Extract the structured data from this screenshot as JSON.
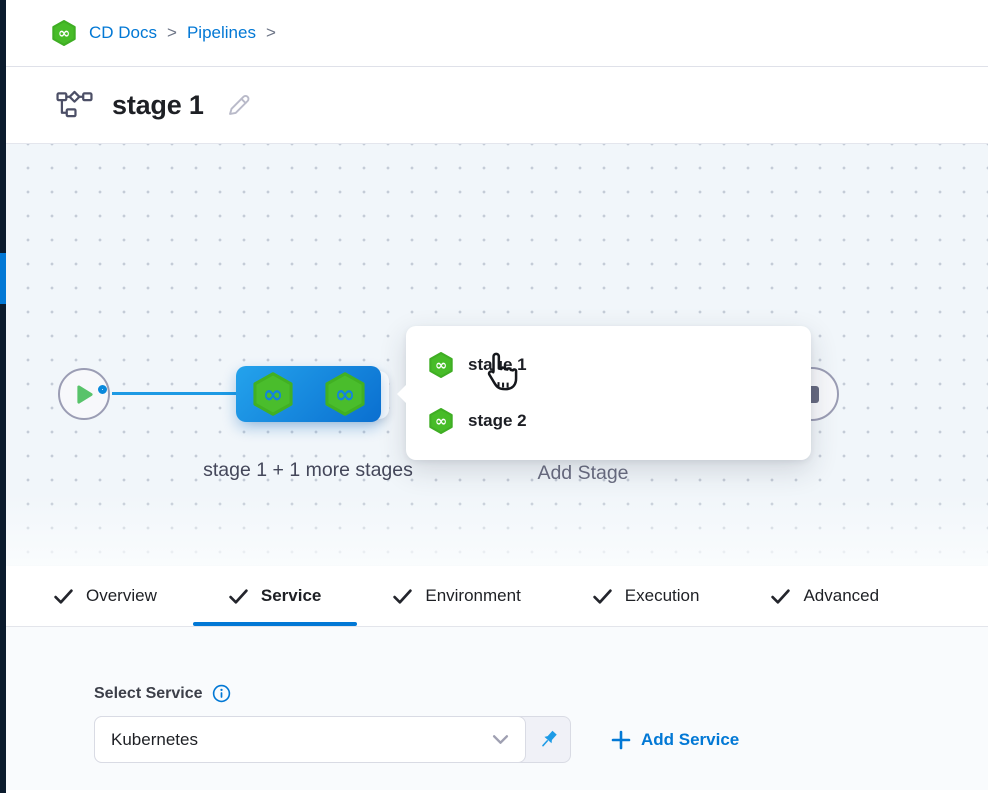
{
  "colors": {
    "accent_blue": "#0278d5",
    "harness_green": "#47bc28",
    "stage_box_blue_start": "#24a3ec",
    "stage_box_blue_end": "#0a6fd0",
    "nav_rail_dark": "#0b1b2d"
  },
  "icons": {
    "infinity_glyph": "∞"
  },
  "breadcrumb": {
    "items": [
      "CD Docs",
      "Pipelines"
    ],
    "separator": ">"
  },
  "stage_header": {
    "title": "stage 1"
  },
  "pipeline_canvas": {
    "stage_group_label": "stage 1 + 1 more stages",
    "add_stage_label": "Add Stage",
    "stage_popup": {
      "items": [
        {
          "label": "stage 1"
        },
        {
          "label": "stage 2"
        }
      ]
    }
  },
  "stage_tabs": [
    {
      "label": "Overview",
      "checked": true,
      "active": false
    },
    {
      "label": "Service",
      "checked": true,
      "active": true
    },
    {
      "label": "Environment",
      "checked": true,
      "active": false
    },
    {
      "label": "Execution",
      "checked": true,
      "active": false
    },
    {
      "label": "Advanced",
      "checked": true,
      "active": false,
      "partially_visible": true
    }
  ],
  "service_panel": {
    "select_service_label": "Select Service",
    "service_select_value": "Kubernetes",
    "add_service_label": "Add Service"
  }
}
